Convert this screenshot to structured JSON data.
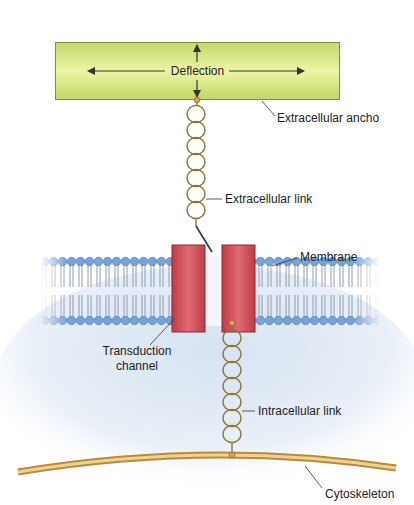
{
  "diagram": {
    "nodes": [
      {
        "text": [
          "Deflection"
        ]
      }
    ],
    "labels": [
      "Extracellular ancho",
      "Extracellular link",
      "Membrane",
      "Transduction channel",
      "Intracellular link",
      "Cytoskeleton"
    ]
  }
}
